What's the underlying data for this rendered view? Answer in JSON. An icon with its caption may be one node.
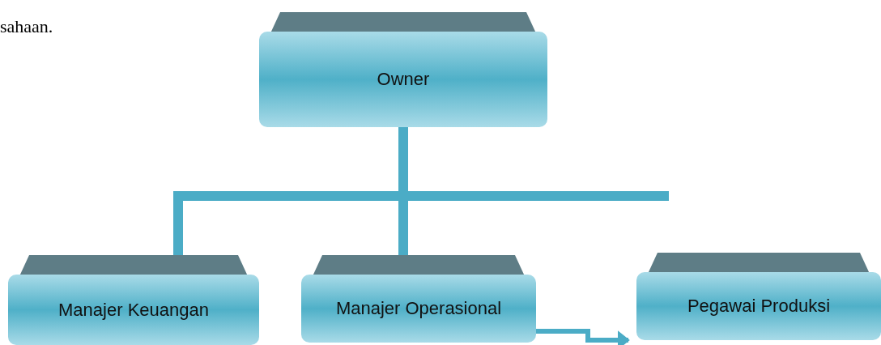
{
  "diagram": {
    "nodes": [
      {
        "text": [
          "Owner"
        ]
      },
      {
        "text": [
          "Manajer Keuangan"
        ]
      },
      {
        "text": [
          "Manajer Operasional"
        ]
      },
      {
        "text": [
          "Pegawai Produksi"
        ]
      }
    ],
    "edges": [
      {
        "from": 0,
        "to": 1,
        "arrow": "none"
      },
      {
        "from": 0,
        "to": 2,
        "arrow": "none"
      },
      {
        "from": 2,
        "to": 3,
        "arrow": "to"
      }
    ],
    "labels": [
      "sahaan."
    ]
  }
}
